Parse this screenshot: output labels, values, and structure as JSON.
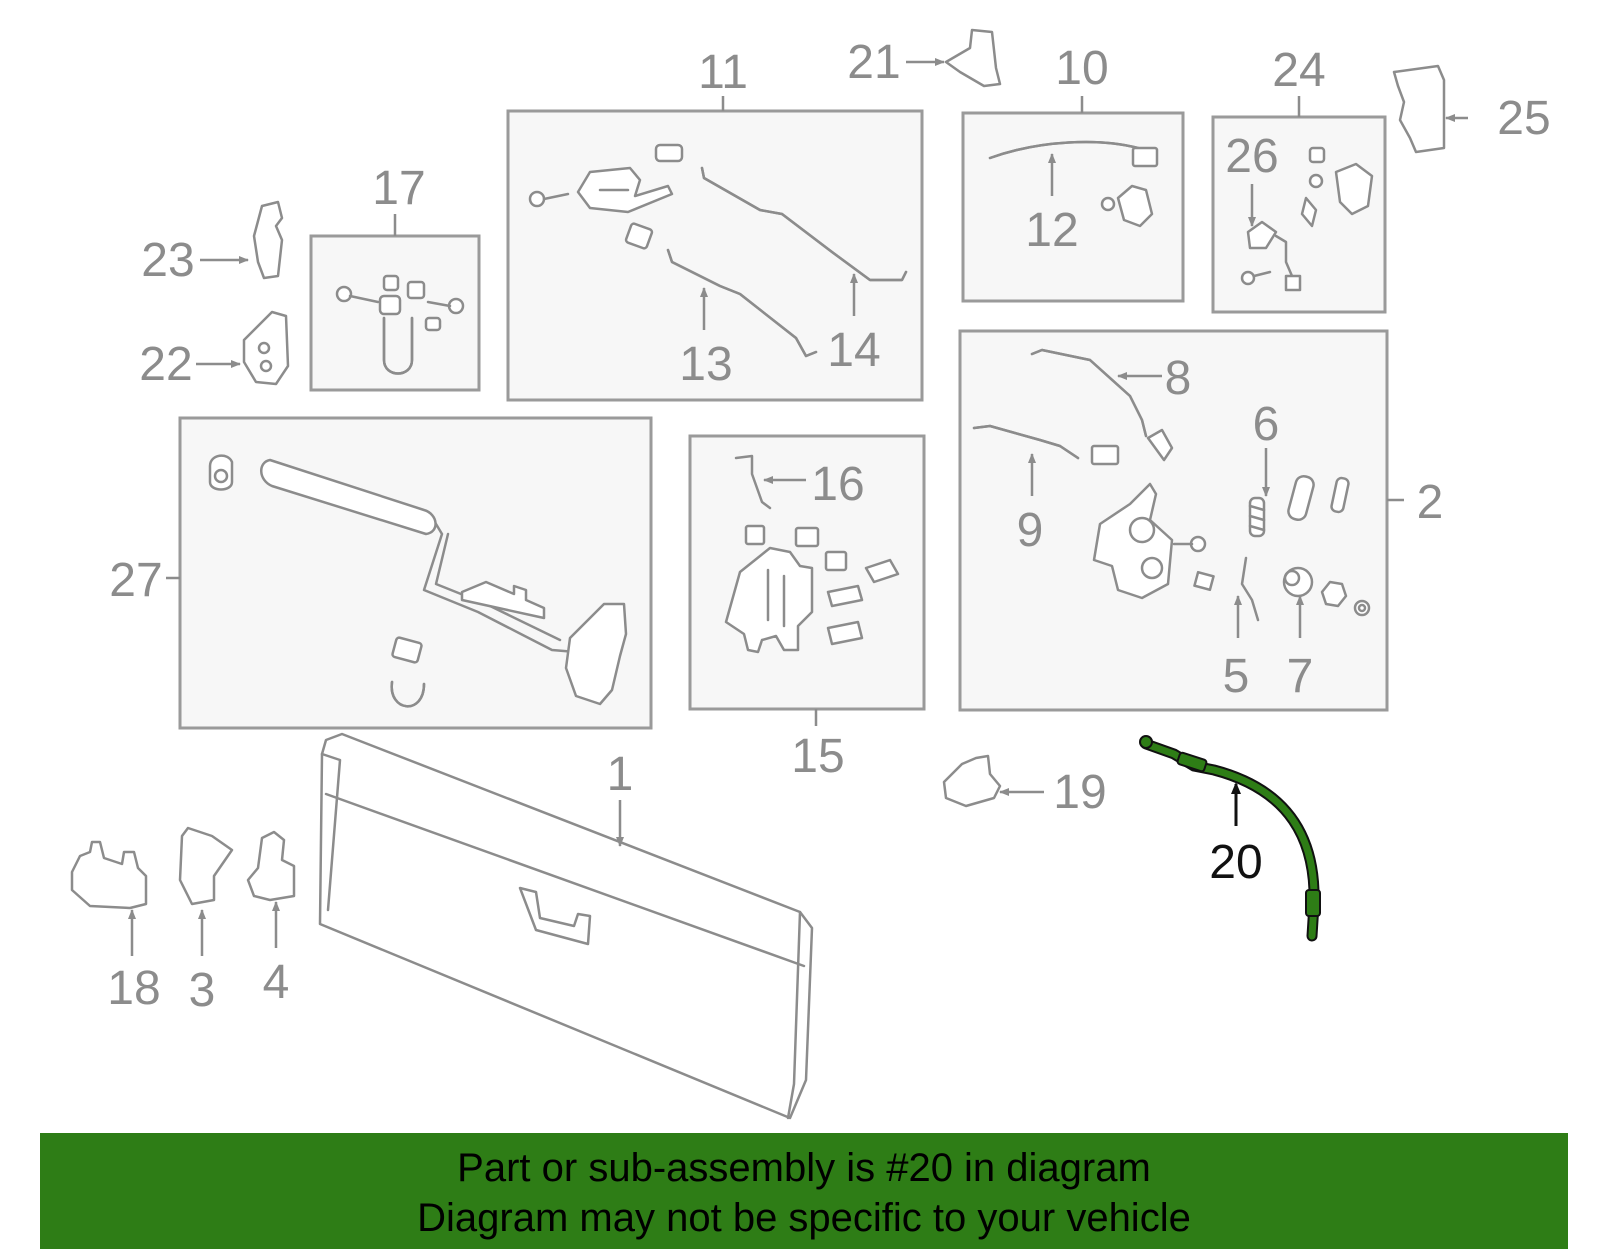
{
  "diagram": {
    "highlight_color": "#2e7d16",
    "callout_color": "#8c8c8c",
    "highlight_callout_color": "#111111",
    "callouts": {
      "c1": "1",
      "c2": "2",
      "c3": "3",
      "c4": "4",
      "c5": "5",
      "c6": "6",
      "c7": "7",
      "c8": "8",
      "c9": "9",
      "c10": "10",
      "c11": "11",
      "c12": "12",
      "c13": "13",
      "c14": "14",
      "c15": "15",
      "c16": "16",
      "c17": "17",
      "c18": "18",
      "c19": "19",
      "c20": "20",
      "c21": "21",
      "c22": "22",
      "c23": "23",
      "c24": "24",
      "c25": "25",
      "c26": "26",
      "c27": "27"
    }
  },
  "banner": {
    "line1": "Part or sub-assembly is #20 in diagram",
    "line2": "Diagram may not be specific to your vehicle",
    "background": "#2e7d16"
  }
}
